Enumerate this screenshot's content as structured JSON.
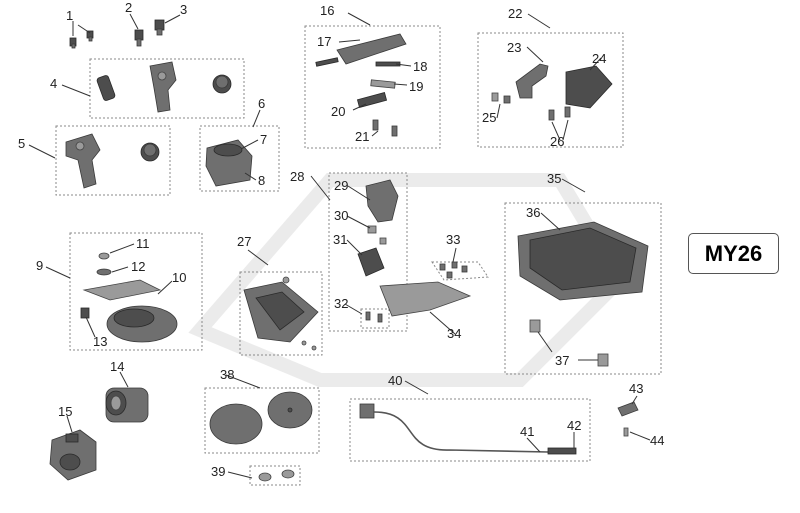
{
  "model_badge": "MY26",
  "callouts": [
    "1",
    "2",
    "3",
    "4",
    "5",
    "6",
    "7",
    "8",
    "9",
    "10",
    "11",
    "12",
    "13",
    "14",
    "15",
    "16",
    "17",
    "18",
    "19",
    "20",
    "21",
    "22",
    "23",
    "24",
    "25",
    "26",
    "27",
    "28",
    "29",
    "30",
    "31",
    "32",
    "33",
    "34",
    "35",
    "36",
    "37",
    "38",
    "39",
    "40",
    "41",
    "42",
    "43",
    "44"
  ]
}
